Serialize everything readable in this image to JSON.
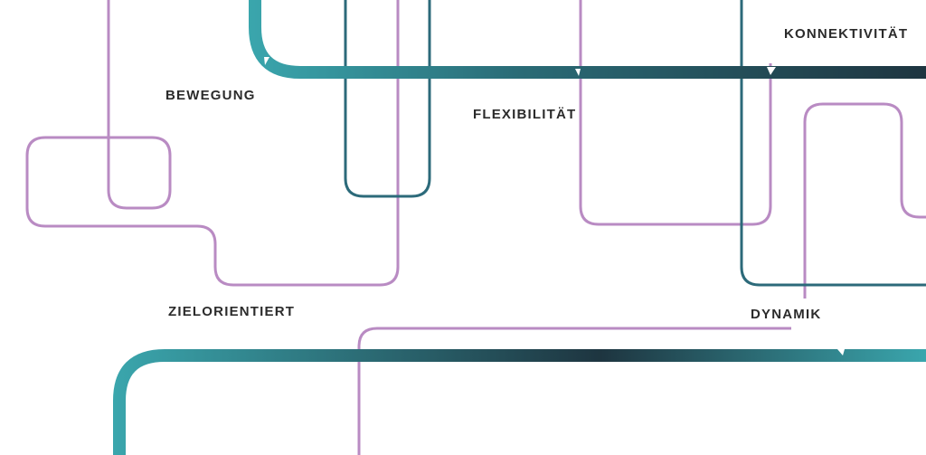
{
  "labels": {
    "bewegung": "BEWEGUNG",
    "flexibilitaet": "FLEXIBILITÄT",
    "konnektivitaet": "KONNEKTIVITÄT",
    "zielorientiert": "ZIELORIENTIERT",
    "dynamik": "DYNAMIK"
  },
  "colors": {
    "lilac": "#b98bc3",
    "teal": "#2c6a7a",
    "gradient_light": "#3aa6ad",
    "gradient_dark": "#1e3540",
    "text": "#2b2b2b",
    "background": "#ffffff"
  }
}
